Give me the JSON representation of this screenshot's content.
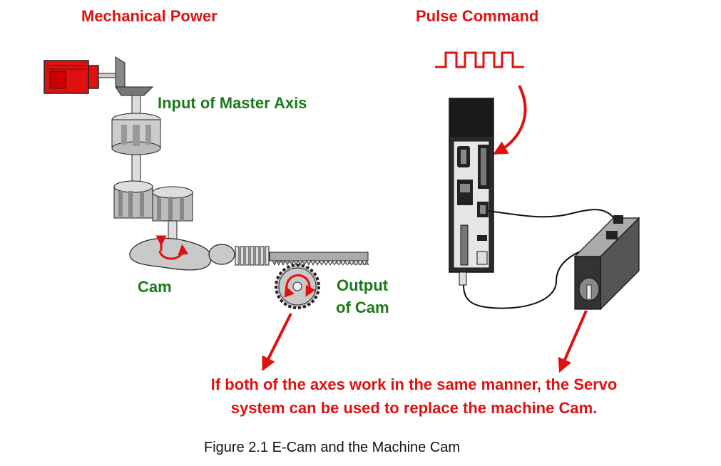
{
  "labels": {
    "mechanical_power": "Mechanical Power",
    "pulse_command": "Pulse Command",
    "input_master_axis": "Input of Master Axis",
    "cam": "Cam",
    "output_line1": "Output",
    "output_line2": "of Cam",
    "note_line1": "If both of the axes work in the same manner, the Servo",
    "note_line2": "system can be used to replace the machine Cam."
  },
  "caption": "Figure 2.1 E-Cam and the Machine Cam",
  "colors": {
    "red": "#e01010",
    "green": "#1a7a1a",
    "motor": "#e01010",
    "drive": "#2b2b2b",
    "gray": "#c9c9c9"
  }
}
